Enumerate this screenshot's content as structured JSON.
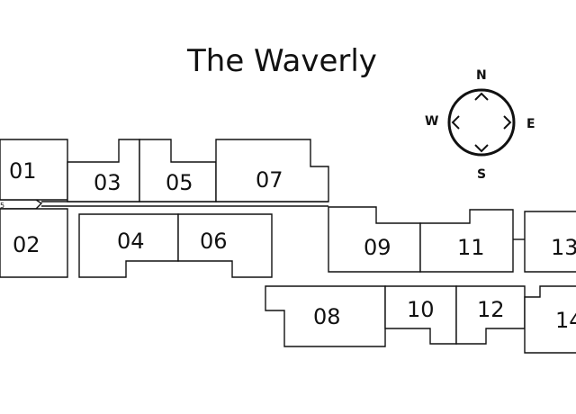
{
  "title": "The Waverly",
  "compass": {
    "n": "N",
    "e": "E",
    "s": "S",
    "w": "W"
  },
  "edge_mark": "5",
  "units": [
    {
      "label": "01"
    },
    {
      "label": "02"
    },
    {
      "label": "03"
    },
    {
      "label": "04"
    },
    {
      "label": "05"
    },
    {
      "label": "06"
    },
    {
      "label": "07"
    },
    {
      "label": "08"
    },
    {
      "label": "09"
    },
    {
      "label": "10"
    },
    {
      "label": "11"
    },
    {
      "label": "12"
    },
    {
      "label": "13"
    },
    {
      "label": "14"
    }
  ]
}
